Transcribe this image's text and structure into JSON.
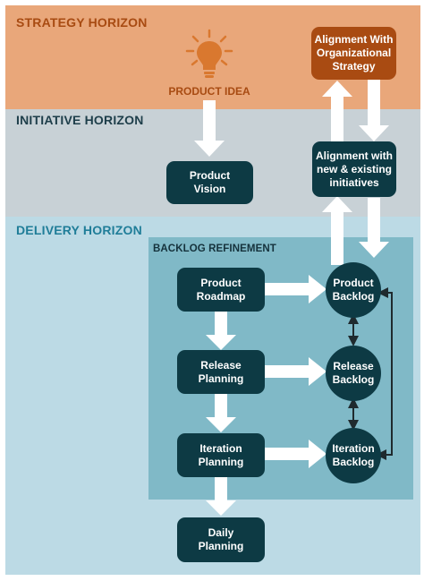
{
  "horizons": {
    "strategy": "STRATEGY HORIZON",
    "initiative": "INITIATIVE HORIZON",
    "delivery": "DELIVERY HORIZON"
  },
  "backlog_refinement": "BACKLOG REFINEMENT",
  "product_idea": "PRODUCT IDEA",
  "nodes": {
    "alignment_strategy": "Alignment With\nOrganizational\nStrategy",
    "alignment_initiatives": "Alignment with\nnew & existing\ninitiatives",
    "product_vision": "Product\nVision",
    "product_roadmap": "Product\nRoadmap",
    "release_planning": "Release\nPlanning",
    "iteration_planning": "Iteration\nPlanning",
    "daily_planning": "Daily\nPlanning",
    "product_backlog": "Product\nBacklog",
    "release_backlog": "Release\nBacklog",
    "iteration_backlog": "Iteration\nBacklog"
  },
  "colors": {
    "strategy_band": "#e9a77a",
    "initiative_band": "#c8d1d6",
    "delivery_band": "#bcdae5",
    "refinement_panel": "#80b9c7",
    "node_dark": "#0d3a44",
    "node_orange": "#a94b12",
    "arrow": "#ffffff",
    "bulb": "#d9782f"
  },
  "icons": [
    "lightbulb-icon"
  ]
}
